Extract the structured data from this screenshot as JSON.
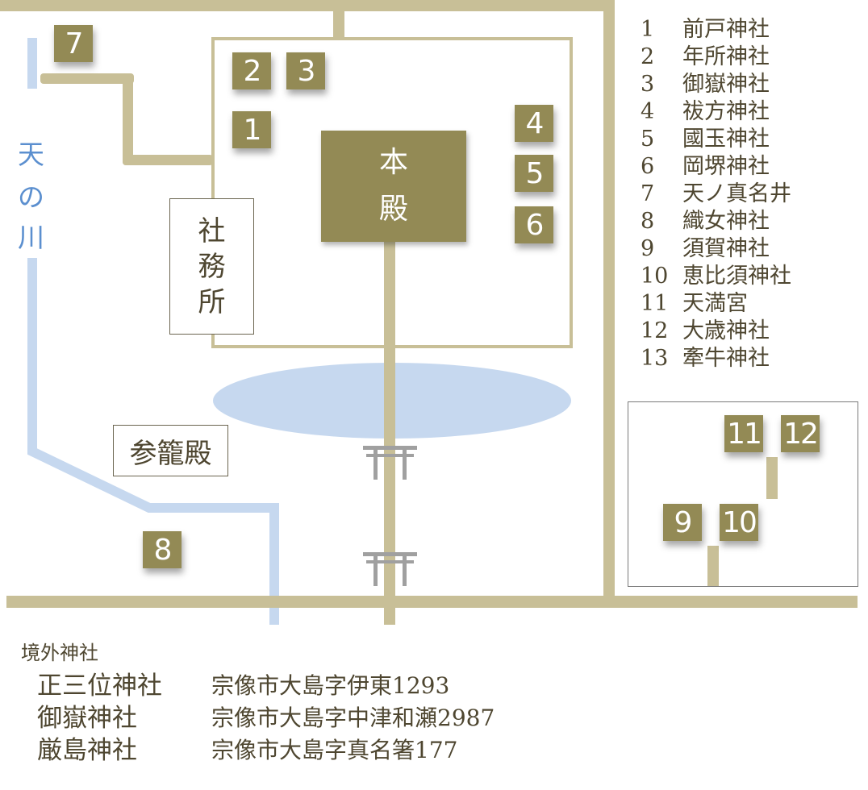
{
  "map": {
    "river_label": [
      "天",
      "の",
      "川"
    ],
    "honden_label": [
      "本",
      "殿"
    ],
    "shamusho_label": [
      "社",
      "務",
      "所"
    ],
    "sanroden_label": "参籠殿",
    "markers": {
      "m1": "1",
      "m2": "2",
      "m3": "3",
      "m4": "4",
      "m5": "5",
      "m6": "6",
      "m7": "7",
      "m8": "8",
      "m9": "9",
      "m10": "10",
      "m11": "11",
      "m12": "12"
    },
    "colors": {
      "road": "#c8bf97",
      "water": "#c6d8ef",
      "marker": "#938a55",
      "torii": "#a0a0a0"
    }
  },
  "legend": [
    {
      "num": "1",
      "name": "前戸神社"
    },
    {
      "num": "2",
      "name": "年所神社"
    },
    {
      "num": "3",
      "name": "御嶽神社"
    },
    {
      "num": "4",
      "name": "祓方神社"
    },
    {
      "num": "5",
      "name": "國玉神社"
    },
    {
      "num": "6",
      "name": "岡堺神社"
    },
    {
      "num": "7",
      "name": "天ノ真名井"
    },
    {
      "num": "8",
      "name": "織女神社"
    },
    {
      "num": "9",
      "name": "須賀神社"
    },
    {
      "num": "10",
      "name": "恵比須神社"
    },
    {
      "num": "11",
      "name": "天満宮"
    },
    {
      "num": "12",
      "name": "大歳神社"
    },
    {
      "num": "13",
      "name": "牽牛神社"
    }
  ],
  "offsite": {
    "title": "境外神社",
    "items": [
      {
        "name": "正三位神社",
        "address": "宗像市大島字伊東1293"
      },
      {
        "name": "御嶽神社",
        "address": "宗像市大島字中津和瀬2987"
      },
      {
        "name": "厳島神社",
        "address": "宗像市大島字真名箸177"
      }
    ]
  }
}
